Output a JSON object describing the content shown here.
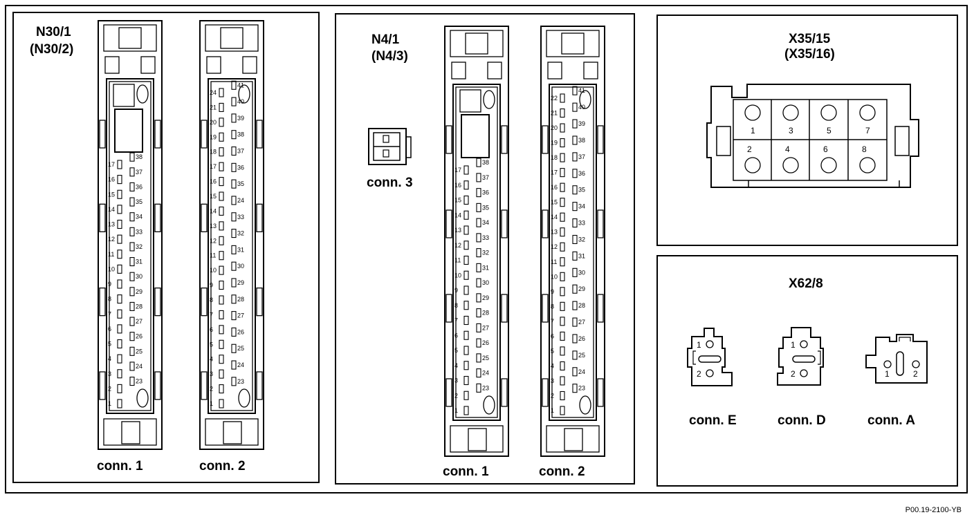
{
  "panels": {
    "n30": {
      "title": "N30/1",
      "subtitle": "(N30/2)",
      "conn1": "conn. 1",
      "conn2": "conn. 2"
    },
    "n4": {
      "title": "N4/1",
      "subtitle": "(N4/3)",
      "conn1": "conn. 1",
      "conn2": "conn. 2",
      "conn3": "conn. 3"
    },
    "x35": {
      "title": "X35/15",
      "subtitle": "(X35/16)",
      "pins_top": [
        "1",
        "3",
        "5",
        "7"
      ],
      "pins_bottom": [
        "2",
        "4",
        "6",
        "8"
      ]
    },
    "x62": {
      "title": "X62/8",
      "connE": "conn. E",
      "connD": "conn. D",
      "connA": "conn. A",
      "pin1": "1",
      "pin2": "2"
    }
  },
  "connectors": {
    "n30_conn1": {
      "left": [
        "17",
        "16",
        "15",
        "14",
        "13",
        "12",
        "11",
        "10",
        "9",
        "8",
        "7",
        "6",
        "5",
        "4",
        "3",
        "2",
        "1"
      ],
      "right": [
        "38",
        "37",
        "36",
        "35",
        "34",
        "33",
        "32",
        "31",
        "30",
        "29",
        "28",
        "27",
        "26",
        "25",
        "24",
        "23"
      ]
    },
    "n30_conn2": {
      "left": [
        "24",
        "21",
        "20",
        "19",
        "18",
        "17",
        "16",
        "15",
        "14",
        "13",
        "12",
        "11",
        "10",
        "9",
        "8",
        "7",
        "6",
        "5",
        "4",
        "3",
        "2",
        "1"
      ],
      "right": [
        "41",
        "40",
        "39",
        "38",
        "37",
        "36",
        "35",
        "24",
        "33",
        "32",
        "31",
        "30",
        "29",
        "28",
        "27",
        "26",
        "25",
        "24",
        "23"
      ]
    },
    "n4_conn1": {
      "left": [
        "17",
        "16",
        "15",
        "14",
        "13",
        "12",
        "11",
        "10",
        "9",
        "8",
        "7",
        "6",
        "5",
        "4",
        "3",
        "2",
        "1"
      ],
      "right": [
        "38",
        "37",
        "36",
        "35",
        "34",
        "33",
        "32",
        "31",
        "30",
        "29",
        "28",
        "27",
        "26",
        "25",
        "24",
        "23"
      ]
    },
    "n4_conn2": {
      "left": [
        "22",
        "21",
        "20",
        "19",
        "18",
        "17",
        "16",
        "15",
        "14",
        "13",
        "12",
        "11",
        "10",
        "9",
        "8",
        "7",
        "6",
        "5",
        "4",
        "3",
        "2",
        "1"
      ],
      "right": [
        "41",
        "40",
        "39",
        "38",
        "37",
        "36",
        "35",
        "34",
        "33",
        "32",
        "31",
        "30",
        "29",
        "28",
        "27",
        "26",
        "25",
        "24",
        "23"
      ]
    }
  },
  "reference": "P00.19-2100-YB"
}
